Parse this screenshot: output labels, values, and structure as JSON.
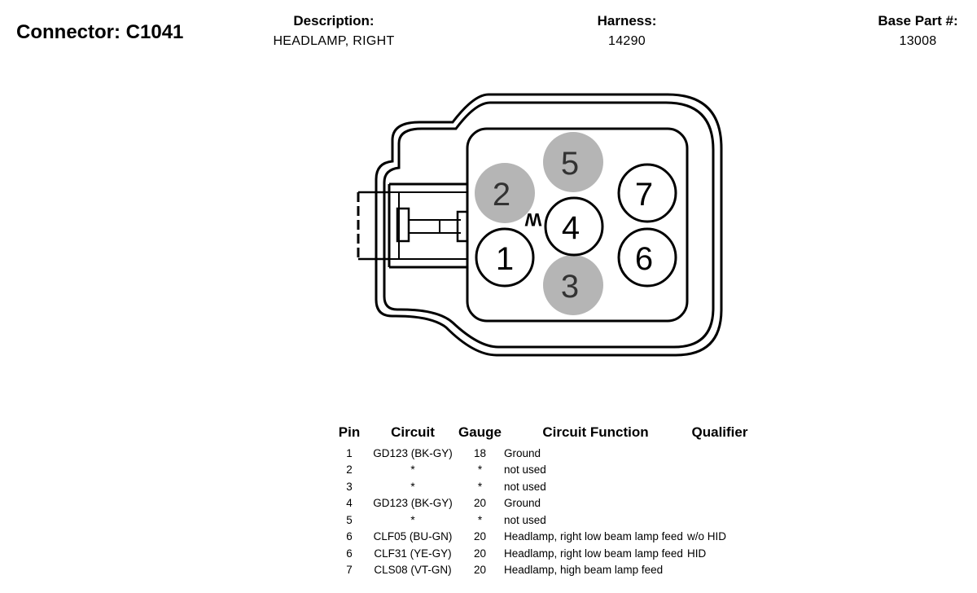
{
  "header": {
    "connector_label": "Connector: C1041",
    "description_label": "Description:",
    "description_value": "HEADLAMP, RIGHT",
    "harness_label": "Harness:",
    "harness_value": "14290",
    "base_part_label": "Base Part #:",
    "base_part_value": "13008"
  },
  "diagram": {
    "pins": [
      {
        "label": "1",
        "filled": false
      },
      {
        "label": "2",
        "filled": true
      },
      {
        "label": "3",
        "filled": true
      },
      {
        "label": "4",
        "filled": false
      },
      {
        "label": "5",
        "filled": true
      },
      {
        "label": "6",
        "filled": false
      },
      {
        "label": "7",
        "filled": false
      }
    ],
    "key_mark": "W",
    "filled_color": "#b5b5b5"
  },
  "table": {
    "headers": {
      "pin": "Pin",
      "circuit": "Circuit",
      "gauge": "Gauge",
      "function": "Circuit Function",
      "qualifier": "Qualifier"
    },
    "rows": [
      {
        "pin": "1",
        "circuit": "GD123 (BK-GY)",
        "gauge": "18",
        "function": "Ground",
        "qualifier": ""
      },
      {
        "pin": "2",
        "circuit": "*",
        "gauge": "*",
        "function": "not used",
        "qualifier": ""
      },
      {
        "pin": "3",
        "circuit": "*",
        "gauge": "*",
        "function": "not used",
        "qualifier": ""
      },
      {
        "pin": "4",
        "circuit": "GD123 (BK-GY)",
        "gauge": "20",
        "function": "Ground",
        "qualifier": ""
      },
      {
        "pin": "5",
        "circuit": "*",
        "gauge": "*",
        "function": "not used",
        "qualifier": ""
      },
      {
        "pin": "6",
        "circuit": "CLF05 (BU-GN)",
        "gauge": "20",
        "function": "Headlamp, right low beam lamp feed",
        "qualifier": "w/o HID"
      },
      {
        "pin": "6",
        "circuit": "CLF31 (YE-GY)",
        "gauge": "20",
        "function": "Headlamp, right low beam lamp feed",
        "qualifier": "HID"
      },
      {
        "pin": "7",
        "circuit": "CLS08 (VT-GN)",
        "gauge": "20",
        "function": "Headlamp, high beam lamp feed",
        "qualifier": ""
      }
    ]
  }
}
